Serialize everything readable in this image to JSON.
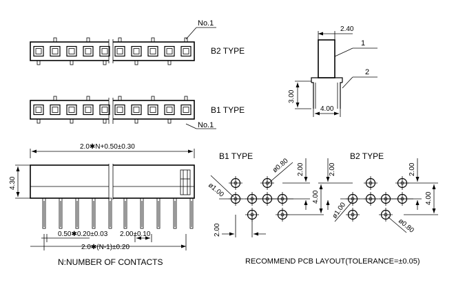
{
  "labels": {
    "no1_top": "No.1",
    "no1_bottom": "No.1",
    "b2_type": "B2 TYPE",
    "b1_type": "B1 TYPE",
    "pcb_b1_type": "B1 TYPE",
    "pcb_b2_type": "B2 TYPE",
    "n_contacts": "N:NUMBER OF CONTACTS",
    "recommend": "RECOMMEND PCB LAYOUT(TOLERANCE=±0.05)"
  },
  "dims": {
    "overall_length": "2.0✱N+0.50±0.30",
    "height": "4.30",
    "pin_width": "0.50✱0.20±0.03",
    "pitch": "2.00±0.10",
    "pin_span": "2.0✱(N-1)±0.20",
    "side_width_top": "2.40",
    "side_height": "3.00",
    "side_width_bottom": "4.00",
    "callout_1": "1",
    "callout_2": "2",
    "b1_hole_dia": "ø0.80",
    "b1_pad_dia": "ø1.00",
    "b1_pitch_v": "2.00",
    "b1_row_gap": "4.00",
    "b1_pitch_h": "2.00",
    "b2_pitch_v": "2.00",
    "b2_row_gap": "4.00",
    "b2_pitch_left": "2.00",
    "b2_pad_dia": "ø1.00",
    "b2_hole_dia": "ø0.80"
  }
}
